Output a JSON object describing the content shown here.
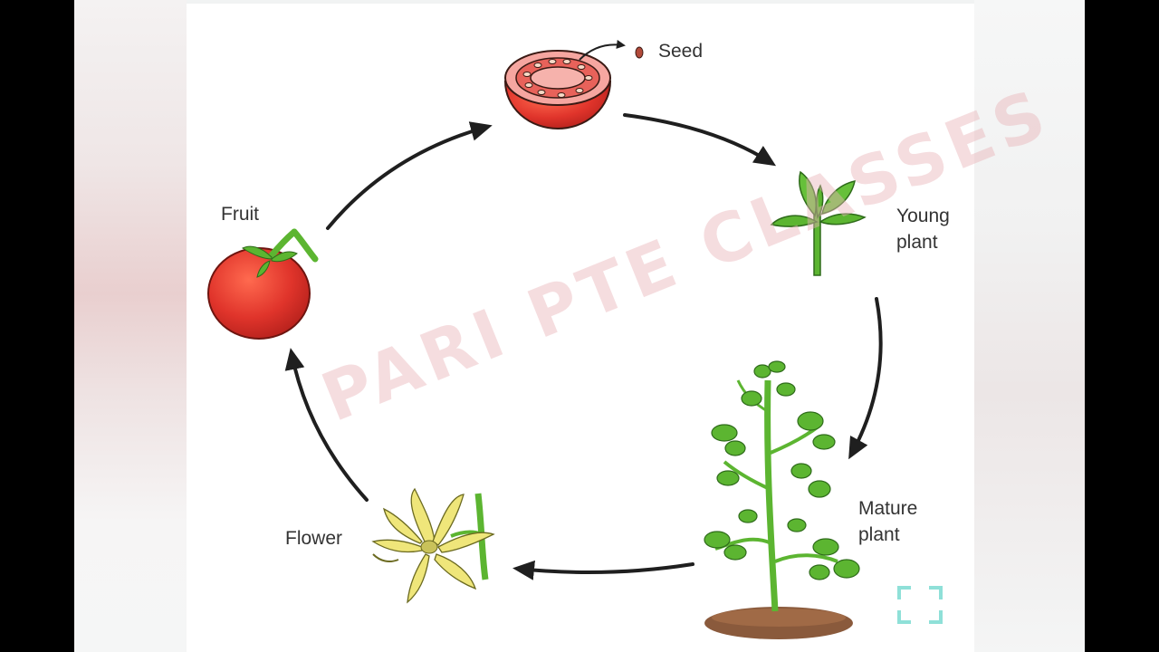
{
  "stages": [
    {
      "key": "seed",
      "label": "Seed"
    },
    {
      "key": "young_plant",
      "label": "Young\nplant"
    },
    {
      "key": "mature_plant",
      "label": "Mature\nplant"
    },
    {
      "key": "flower",
      "label": "Flower"
    },
    {
      "key": "fruit",
      "label": "Fruit"
    }
  ],
  "watermark": "PARI PTE CLASSES",
  "colors": {
    "arrow": "#1f1f1f",
    "tomato_red": "#e0342b",
    "leaf_green": "#5cb531",
    "flower_yellow": "#efe67a",
    "soil": "#8a5a3c",
    "watermark": "#e8b4b9",
    "expand_icon": "#8fe0d8"
  },
  "icons": [
    "expand-icon"
  ]
}
